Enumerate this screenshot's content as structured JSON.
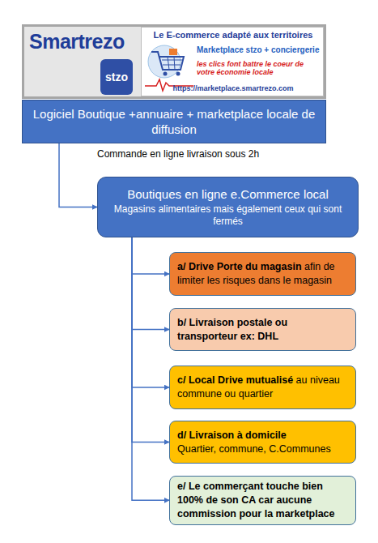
{
  "diagram": {
    "nodes": [
      {
        "text": [
          "Smartrezo"
        ]
      },
      {
        "text": [
          "stzo"
        ],
        "in": 0
      },
      {
        "text": [
          "Le E-commerce adapté aux territoires",
          "Marketplace stzo + conciergerie",
          "les clics font battre le coeur de votre économie locale",
          "https://marketplace.smartrezo.com"
        ],
        "in": 0
      },
      {
        "text": [
          "Logiciel Boutique +annuaire + marketplace locale de diffusion"
        ]
      },
      {
        "text": [
          "Boutiques en ligne e.Commerce local",
          "Magasins alimentaires mais également ceux qui sont fermés"
        ]
      },
      {
        "text": [
          "a/ Drive Porte du magasin",
          "afin de limiter les risques dans le magasin"
        ]
      },
      {
        "text": [
          "b/ Livraison postale ou transporteur ex: DHL"
        ]
      },
      {
        "text": [
          "c/ Local Drive mutualisé",
          "au niveau commune ou quartier"
        ]
      },
      {
        "text": [
          "d/ Livraison à domicile",
          "Quartier, commune, C.Communes"
        ]
      },
      {
        "text": [
          "e/ Le commerçant touche bien 100% de son CA car aucune commission pour la marketplace"
        ]
      }
    ],
    "edges": [
      {
        "from": 3,
        "to": 4,
        "arrow": "to"
      },
      {
        "from": 4,
        "to": 5,
        "arrow": "to"
      },
      {
        "from": 4,
        "to": 6,
        "arrow": "to"
      },
      {
        "from": 4,
        "to": 7,
        "arrow": "to"
      },
      {
        "from": 4,
        "to": 8,
        "arrow": "to"
      },
      {
        "from": 4,
        "to": 9,
        "arrow": "to"
      }
    ],
    "labels": [
      "Commande en ligne livraison sous 2h"
    ]
  }
}
